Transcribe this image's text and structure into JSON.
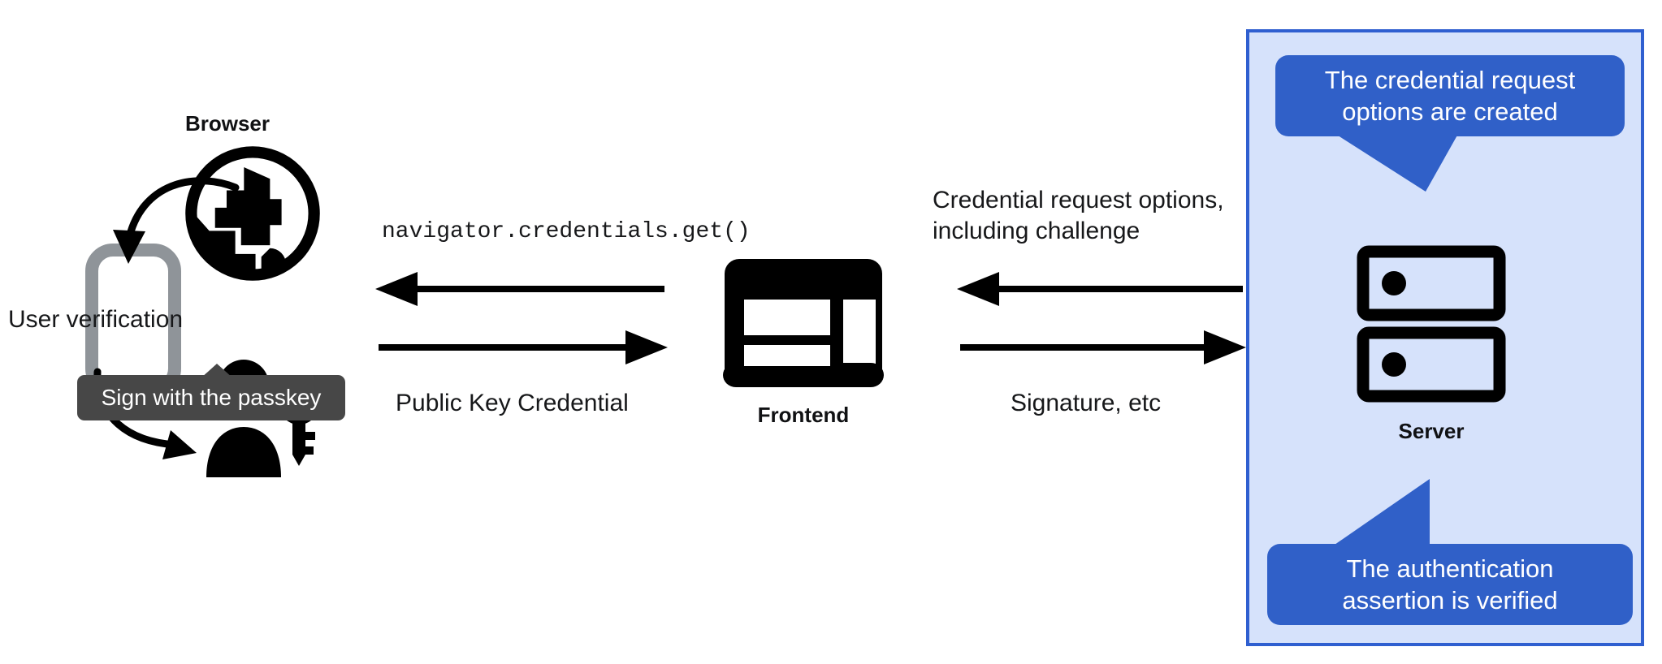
{
  "diagram": {
    "title": "WebAuthn authentication (passkey sign-in) flow",
    "colors": {
      "panel_fill": "#d6e2fb",
      "panel_border": "#2f5fd0",
      "callout_blue": "#3060c8",
      "tooltip_gray": "#474747",
      "ink": "#17181a",
      "device_gray": "#8f9499"
    }
  },
  "browser": {
    "caption": "Browser",
    "icon": "globe-icon"
  },
  "device": {
    "icon": "mobile-phone-icon",
    "verification_label": "User verification"
  },
  "user": {
    "icon": "person-with-key-icon",
    "tooltip": "Sign with the passkey"
  },
  "frontend": {
    "caption": "Frontend",
    "icon": "web-page-layout-icon"
  },
  "server": {
    "caption": "Server",
    "icon": "server-racks-icon",
    "callouts": [
      {
        "text": "The credential request\noptions are created",
        "position": "top"
      },
      {
        "text": "The authentication\nassertion is verified",
        "position": "bottom"
      }
    ]
  },
  "flows": {
    "browser_frontend": {
      "top_label": "navigator.credentials.get()",
      "top_direction": "left",
      "bottom_label": "Public Key Credential",
      "bottom_direction": "right"
    },
    "frontend_server": {
      "top_label": "Credential request options,\nincluding challenge",
      "top_direction": "left",
      "bottom_label": "Signature, etc",
      "bottom_direction": "right"
    }
  }
}
